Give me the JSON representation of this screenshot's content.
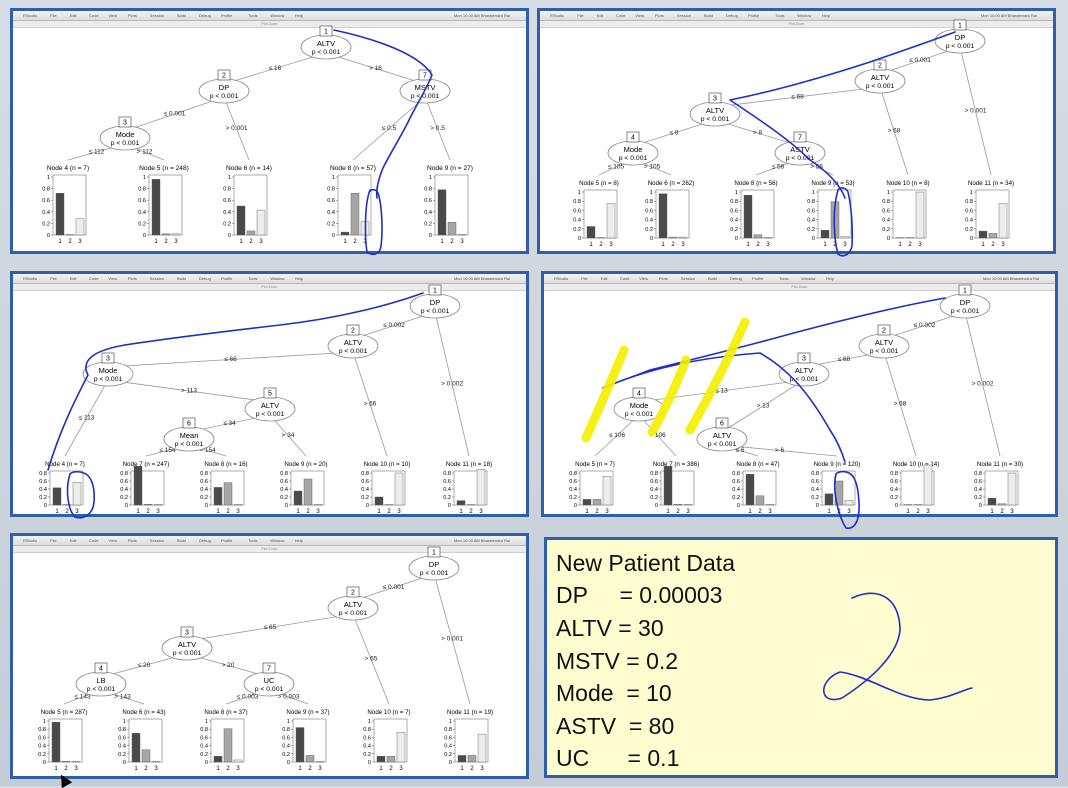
{
  "menubar": {
    "items": [
      "RStudio",
      "File",
      "Edit",
      "Code",
      "View",
      "Plots",
      "Session",
      "Build",
      "Debug",
      "Profile",
      "Tools",
      "Window",
      "Help"
    ],
    "clock": "Mon 10:00 AM",
    "user": "Bharatendra Rai"
  },
  "window_title": "Plot Zoom",
  "trees": [
    {
      "id": "tree1",
      "nodes": [
        {
          "num": "1",
          "var": "ALTV",
          "p": "p < 0.001"
        },
        {
          "num": "2",
          "var": "DP",
          "p": "p < 0.001"
        },
        {
          "num": "3",
          "var": "Mode",
          "p": "p < 0.001"
        },
        {
          "num": "7",
          "var": "MSTV",
          "p": "p < 0.001"
        }
      ],
      "edges": [
        "≤ 16",
        "> 16",
        "≤ 0.001",
        "> 0.001",
        "≤ 112",
        "> 112",
        "≤ 0.5",
        "> 0.5"
      ],
      "leaves": [
        {
          "label": "Node 4 (n = 7)",
          "values": [
            0.72,
            0.0,
            0.28
          ]
        },
        {
          "label": "Node 5 (n = 248)",
          "values": [
            0.96,
            0.02,
            0.02
          ]
        },
        {
          "label": "Node 6 (n = 14)",
          "values": [
            0.5,
            0.07,
            0.43
          ]
        },
        {
          "label": "Node 8 (n = 57)",
          "values": [
            0.05,
            0.72,
            0.23
          ]
        },
        {
          "label": "Node 9 (n = 27)",
          "values": [
            0.78,
            0.22,
            0.0
          ]
        }
      ],
      "yticks": [
        "0",
        "0.2",
        "0.4",
        "0.6",
        "0.8",
        "1"
      ],
      "xticks": [
        "1",
        "2",
        "3"
      ]
    },
    {
      "id": "tree2",
      "nodes": [
        {
          "num": "1",
          "var": "DP",
          "p": "p < 0.001"
        },
        {
          "num": "2",
          "var": "ALTV",
          "p": "p < 0.001"
        },
        {
          "num": "3",
          "var": "ALTV",
          "p": "p < 0.001"
        },
        {
          "num": "4",
          "var": "Mode",
          "p": "p < 0.001"
        },
        {
          "num": "7",
          "var": "ASTV",
          "p": "p < 0.001"
        }
      ],
      "edges": [
        "≤ 0.001",
        "> 0.001",
        "≤ 68",
        "> 68",
        "≤ 8",
        "> 8",
        "≤ 105",
        "> 105",
        "≤ 58",
        "> 58"
      ],
      "leaves": [
        {
          "label": "Node 5 (n = 8)",
          "values": [
            0.25,
            0.0,
            0.75
          ]
        },
        {
          "label": "Node 6 (n = 262)",
          "values": [
            0.96,
            0.02,
            0.02
          ]
        },
        {
          "label": "Node 8 (n = 56)",
          "values": [
            0.93,
            0.07,
            0.0
          ]
        },
        {
          "label": "Node 9 (n = 53)",
          "values": [
            0.17,
            0.79,
            0.04
          ]
        },
        {
          "label": "Node 10 (n = 8)",
          "values": [
            0.0,
            0.0,
            1.0
          ]
        },
        {
          "label": "Node 11 (n = 34)",
          "values": [
            0.15,
            0.1,
            0.75
          ]
        }
      ],
      "yticks": [
        "0",
        "0.2",
        "0.4",
        "0.6",
        "0.8",
        "1"
      ],
      "xticks": [
        "1",
        "2",
        "3"
      ]
    },
    {
      "id": "tree3",
      "nodes": [
        {
          "num": "1",
          "var": "DP",
          "p": "p < 0.001"
        },
        {
          "num": "2",
          "var": "ALTV",
          "p": "p < 0.001"
        },
        {
          "num": "3",
          "var": "Mode",
          "p": "p < 0.001"
        },
        {
          "num": "5",
          "var": "ALTV",
          "p": "p < 0.001"
        },
        {
          "num": "6",
          "var": "Mean",
          "p": "p < 0.001"
        }
      ],
      "edges": [
        "≤ 0.002",
        "> 0.002",
        "≤ 66",
        "> 66",
        "≤ 113",
        "> 113",
        "≤ 34",
        "> 34",
        "≤ 154",
        "> 154"
      ],
      "leaves": [
        {
          "label": "Node 4 (n = 7)",
          "values": [
            0.43,
            0.0,
            0.57
          ]
        },
        {
          "label": "Node 7 (n = 247)",
          "values": [
            0.97,
            0.02,
            0.01
          ]
        },
        {
          "label": "Node 8 (n = 16)",
          "values": [
            0.44,
            0.56,
            0.0
          ]
        },
        {
          "label": "Node 9 (n = 20)",
          "values": [
            0.35,
            0.65,
            0.0
          ]
        },
        {
          "label": "Node 10 (n = 10)",
          "values": [
            0.2,
            0.0,
            0.8
          ]
        },
        {
          "label": "Node 11 (n = 18)",
          "values": [
            0.11,
            0.0,
            0.89
          ]
        }
      ],
      "yticks": [
        "0",
        "0.2",
        "0.4",
        "0.6",
        "0.8"
      ],
      "xticks": [
        "1",
        "2",
        "3"
      ]
    },
    {
      "id": "tree4",
      "nodes": [
        {
          "num": "1",
          "var": "DP",
          "p": "p < 0.001"
        },
        {
          "num": "2",
          "var": "ALTV",
          "p": "p < 0.001"
        },
        {
          "num": "3",
          "var": "ALTV",
          "p": "p < 0.001"
        },
        {
          "num": "4",
          "var": "Mode",
          "p": "p < 0.001"
        },
        {
          "num": "6",
          "var": "ALTV",
          "p": "p < 0.001"
        }
      ],
      "edges": [
        "≤ 0.002",
        "> 0.002",
        "≤ 68",
        "> 68",
        "≤ 13",
        "> 13",
        "≤ 106",
        "> 106",
        "≤ 6",
        "> 6"
      ],
      "leaves": [
        {
          "label": "Node 5 (n = 7)",
          "values": [
            0.14,
            0.14,
            0.72
          ]
        },
        {
          "label": "Node 7 (n = 386)",
          "values": [
            0.97,
            0.02,
            0.01
          ]
        },
        {
          "label": "Node 8 (n = 47)",
          "values": [
            0.77,
            0.23,
            0.0
          ]
        },
        {
          "label": "Node 9 (n = 120)",
          "values": [
            0.28,
            0.6,
            0.12
          ]
        },
        {
          "label": "Node 10 (n = 14)",
          "values": [
            0.0,
            0.0,
            1.0
          ]
        },
        {
          "label": "Node 11 (n = 30)",
          "values": [
            0.17,
            0.03,
            0.8
          ]
        }
      ],
      "yticks": [
        "0",
        "0.2",
        "0.4",
        "0.6",
        "0.8"
      ],
      "xticks": [
        "1",
        "2",
        "3"
      ]
    },
    {
      "id": "tree5",
      "nodes": [
        {
          "num": "1",
          "var": "DP",
          "p": "p < 0.001"
        },
        {
          "num": "2",
          "var": "ALTV",
          "p": "p < 0.001"
        },
        {
          "num": "3",
          "var": "ALTV",
          "p": "p < 0.001"
        },
        {
          "num": "4",
          "var": "LB",
          "p": "p < 0.001"
        },
        {
          "num": "7",
          "var": "UC",
          "p": "p < 0.001"
        }
      ],
      "edges": [
        "≤ 0.001",
        "> 0.001",
        "≤ 65",
        "> 65",
        "≤ 20",
        "> 20",
        "≤ 143",
        "> 143",
        "≤ 0.003",
        "> 0.003"
      ],
      "leaves": [
        {
          "label": "Node 5 (n = 287)",
          "values": [
            0.97,
            0.02,
            0.01
          ]
        },
        {
          "label": "Node 6 (n = 43)",
          "values": [
            0.7,
            0.3,
            0.0
          ]
        },
        {
          "label": "Node 8 (n = 37)",
          "values": [
            0.14,
            0.81,
            0.05
          ]
        },
        {
          "label": "Node 9 (n = 37)",
          "values": [
            0.84,
            0.16,
            0.0
          ]
        },
        {
          "label": "Node 10 (n = 7)",
          "values": [
            0.14,
            0.14,
            0.72
          ]
        },
        {
          "label": "Node 11 (n = 19)",
          "values": [
            0.16,
            0.16,
            0.68
          ]
        }
      ],
      "yticks": [
        "0",
        "0.2",
        "0.4",
        "0.6",
        "0.8",
        "1"
      ],
      "xticks": [
        "1",
        "2",
        "3"
      ]
    }
  ],
  "patient": {
    "title": "New Patient Data",
    "lines": [
      "DP     = 0.00003",
      "ALTV = 30",
      "MSTV = 0.2",
      "Mode  = 10",
      "ASTV  = 80",
      "UC      = 0.1"
    ]
  },
  "colors": {
    "bar1": "#4a4a4a",
    "bar2": "#a6a6a6",
    "bar3": "#ededed",
    "frame": "#2f5fa8",
    "ink": "#1f2fc4",
    "highlighter": "#f5f000",
    "note_bg": "#fdfdd0"
  }
}
